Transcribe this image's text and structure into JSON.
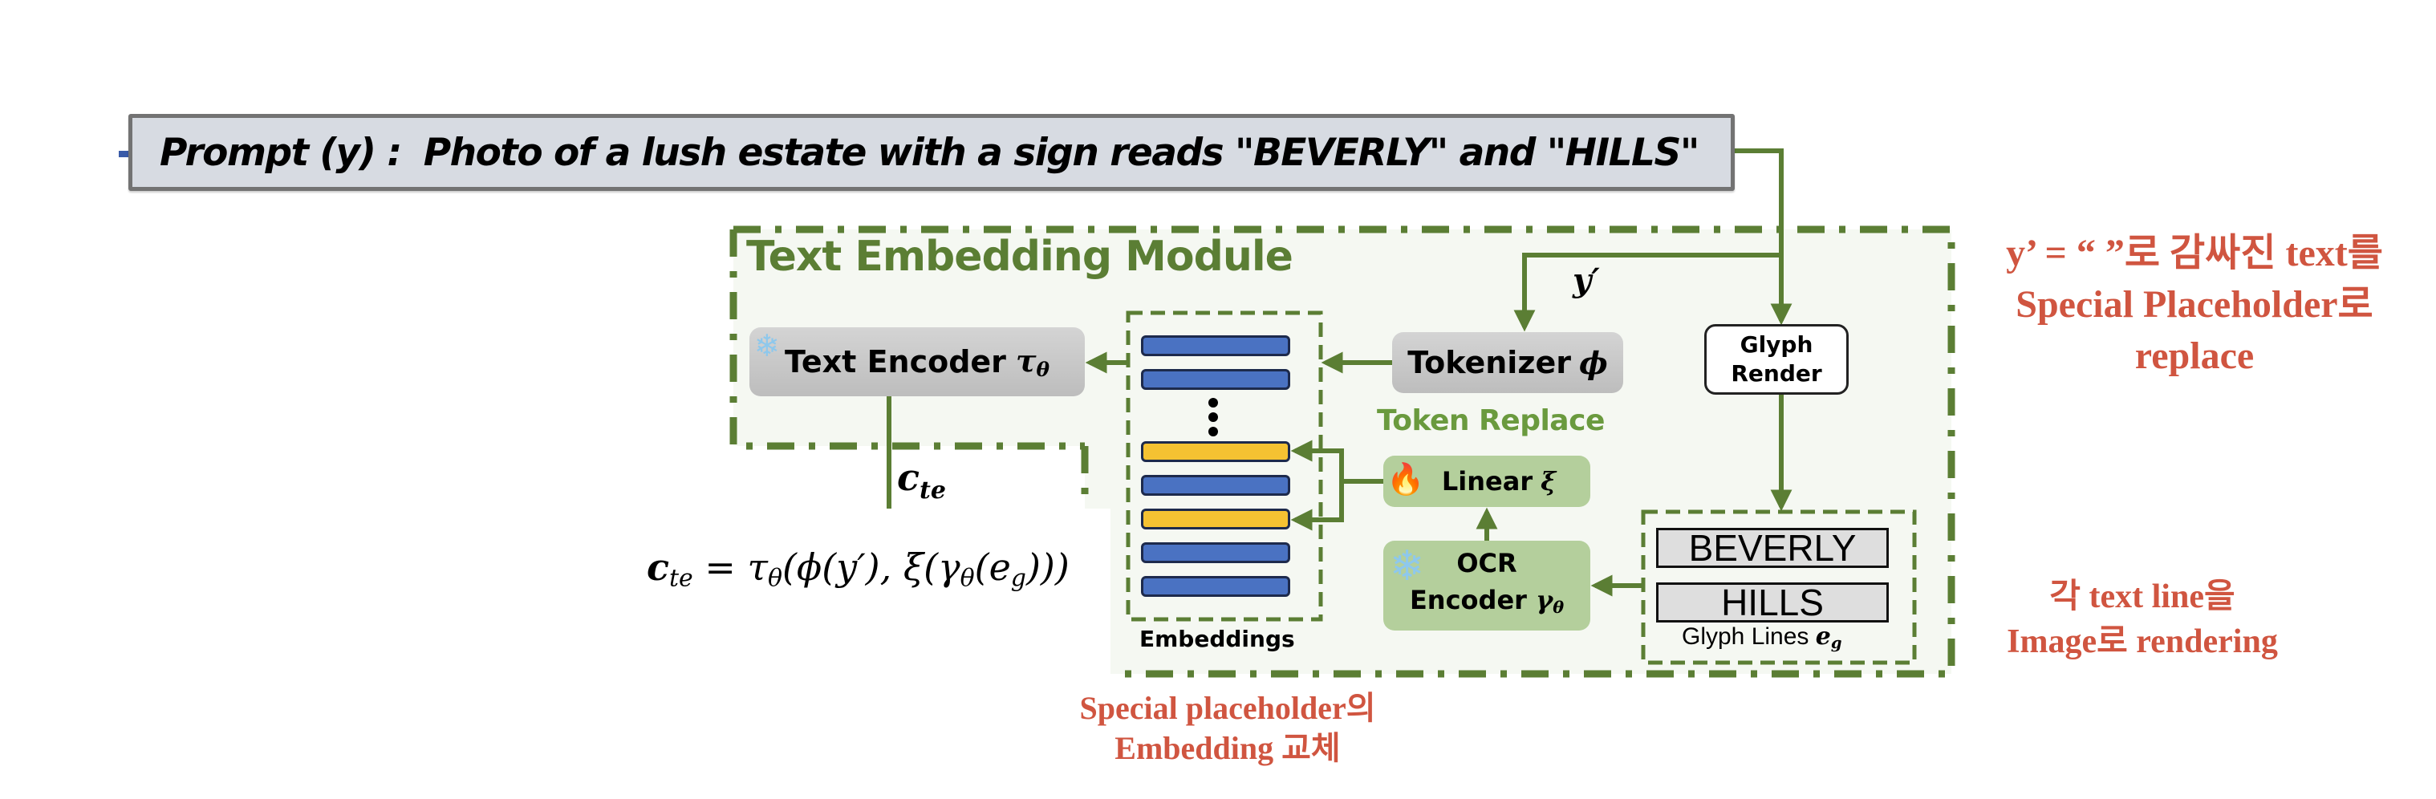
{
  "prompt": {
    "label": "Prompt (y) :",
    "text": "Photo of a lush estate with a sign reads \"BEVERLY\" and \"HILLS\""
  },
  "module": {
    "title": "Text Embedding Module",
    "text_encoder": {
      "label": "Text Encoder",
      "symbol": "τ",
      "subscript": "θ",
      "icon": "snowflake-icon"
    },
    "tokenizer": {
      "label": "Tokenizer",
      "symbol": "ϕ"
    },
    "glyph_render": {
      "line1": "Glyph",
      "line2": "Render"
    },
    "y_prime": "y′",
    "token_replace": "Token Replace",
    "linear": {
      "label": "Linear",
      "symbol": "ξ",
      "icon": "fire-icon"
    },
    "ocr_encoder": {
      "line1": "OCR",
      "line2": "Encoder",
      "symbol": "γ",
      "subscript": "θ",
      "icon": "snowflake-icon"
    },
    "embeddings": {
      "label": "Embeddings",
      "bars": [
        "blue",
        "blue",
        "yellow",
        "blue",
        "yellow",
        "blue",
        "blue"
      ]
    },
    "glyph_lines": {
      "lines": [
        "BEVERLY",
        "HILLS"
      ],
      "label": "Glyph Lines",
      "symbol": "e",
      "subscript": "g"
    }
  },
  "output": {
    "cte_symbol": "c",
    "cte_subscript": "te",
    "equation": "c_te = τθ(ϕ(y′), ξ(γθ(e_g)))",
    "equation_parts": {
      "lhs": "c",
      "lhs_sub": "te",
      "rhs_a": " = τ",
      "rhs_a_sub": "θ",
      "rhs_b": "(ϕ(y′), ξ(γ",
      "rhs_b_sub": "θ",
      "rhs_c": "(e",
      "rhs_c_sub": "g",
      "rhs_d": ")))"
    }
  },
  "annotations": {
    "note_replace": {
      "line1": "y’ = “ ”로 감싸진 text를",
      "line2": "Special Placeholder로",
      "line3": "replace"
    },
    "note_render": {
      "line1": "각 text line을",
      "line2": "Image로 rendering"
    },
    "note_embedding": {
      "line1": "Special placeholder의",
      "line2": "Embedding 교체"
    }
  },
  "colors": {
    "green_line": "#5b7e34",
    "module_bg": "#f5f8f2",
    "note_red": "#d05540",
    "bar_blue": "#4a72c2",
    "bar_yellow": "#f5c232",
    "prompt_bg": "#d7dbe2"
  }
}
